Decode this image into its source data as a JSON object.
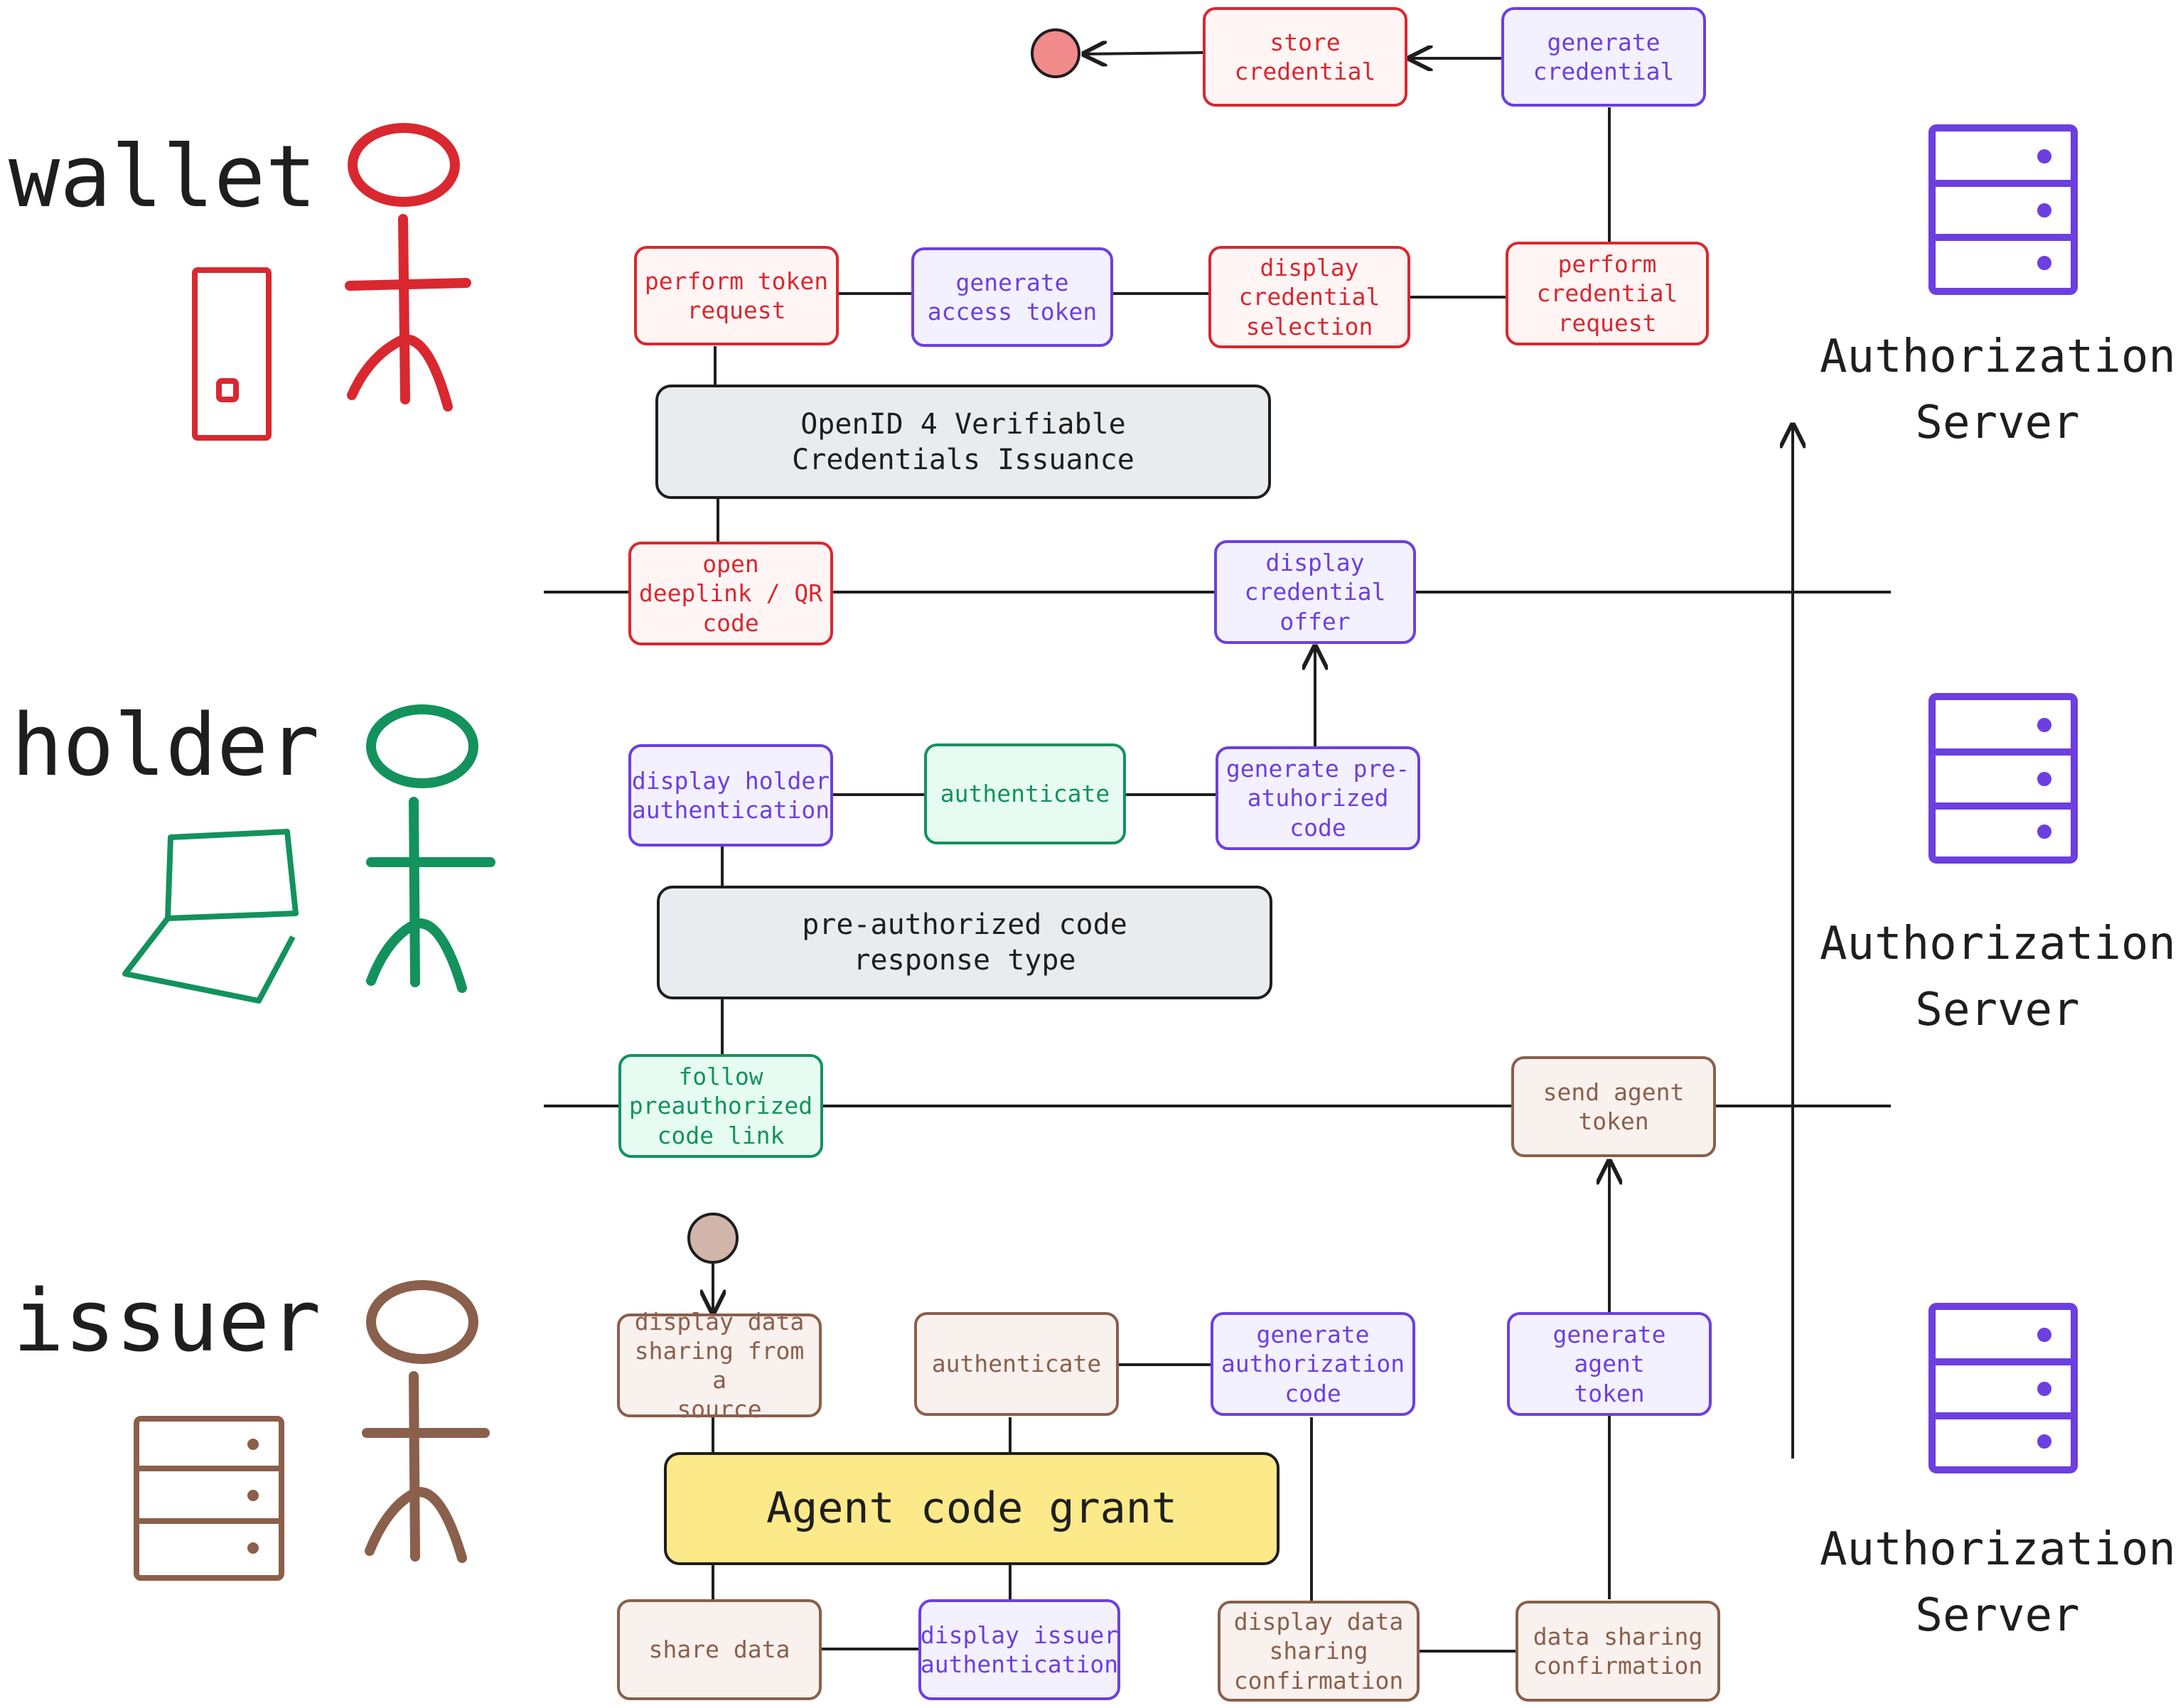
{
  "actors": {
    "wallet": "wallet",
    "holder": "holder",
    "issuer": "issuer"
  },
  "servers": [
    {
      "label": "Authorization\nServer"
    },
    {
      "label": "Authorization\nServer"
    },
    {
      "label": "Authorization\nServer"
    }
  ],
  "nodes": {
    "store_credential": "store\ncredential",
    "generate_credential": "generate\ncredential",
    "perform_token_request": "perform token\nrequest",
    "generate_access_token": "generate\naccess token",
    "display_credential_selection": "display\ncredential\nselection",
    "perform_credential_request": "perform\ncredential\nrequest",
    "openid4vci": "OpenID 4 Verifiable\nCredentials Issuance",
    "open_deeplink": "open\ndeeplink / QR\ncode",
    "display_credential_offer": "display\ncredential\noffer",
    "display_holder_authentication": "display holder\nauthentication",
    "authenticate_holder": "authenticate",
    "generate_preauthorized_code": "generate pre-\natuhorized\ncode",
    "preauthorized_response_type": "pre-authorized code\nresponse type",
    "follow_preauthorized_link": "follow\npreauthorized\ncode link",
    "send_agent_token": "send agent\ntoken",
    "display_data_sharing_source": "display data\nsharing from a\nsource",
    "authenticate_issuer": "authenticate",
    "generate_authorization_code": "generate\nauthorization\ncode",
    "generate_agent_token": "generate agent\ntoken",
    "agent_code_grant": "Agent code grant",
    "share_data": "share data",
    "display_issuer_authentication": "display issuer\nauthentication",
    "display_data_sharing_confirmation": "display data\nsharing\nconfirmation",
    "data_sharing_confirmation": "data sharing\nconfirmation"
  },
  "colors": {
    "wallet": "#d9282f",
    "holder": "#13925d",
    "issuer": "#8a5f4c",
    "server": "#6c3fe0",
    "ink": "#1e1e1e",
    "end_node": "#f28b8b",
    "start_node": "#d2b5aa"
  },
  "icons": {
    "wallet": "phone-icon",
    "holder": "laptop-icon",
    "issuer": "server-icon",
    "server": "server-icon"
  }
}
